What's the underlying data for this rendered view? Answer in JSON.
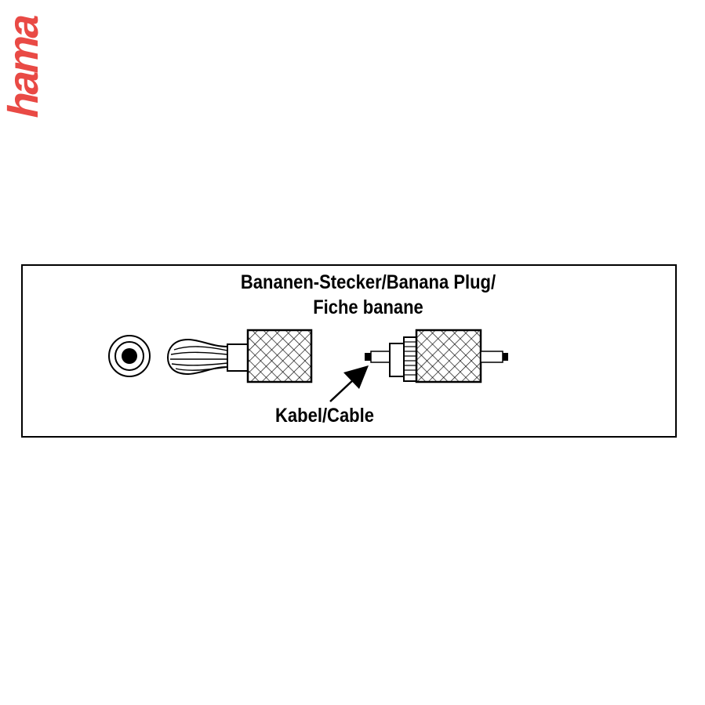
{
  "logo": {
    "text": "hama",
    "color": "#e94a45"
  },
  "diagram": {
    "title_line1": "Bananen-Stecker/Banana Plug/",
    "title_line2": "Fiche banane",
    "cable_label": "Kabel/Cable"
  },
  "colors": {
    "ink": "#000000",
    "background": "#ffffff"
  }
}
